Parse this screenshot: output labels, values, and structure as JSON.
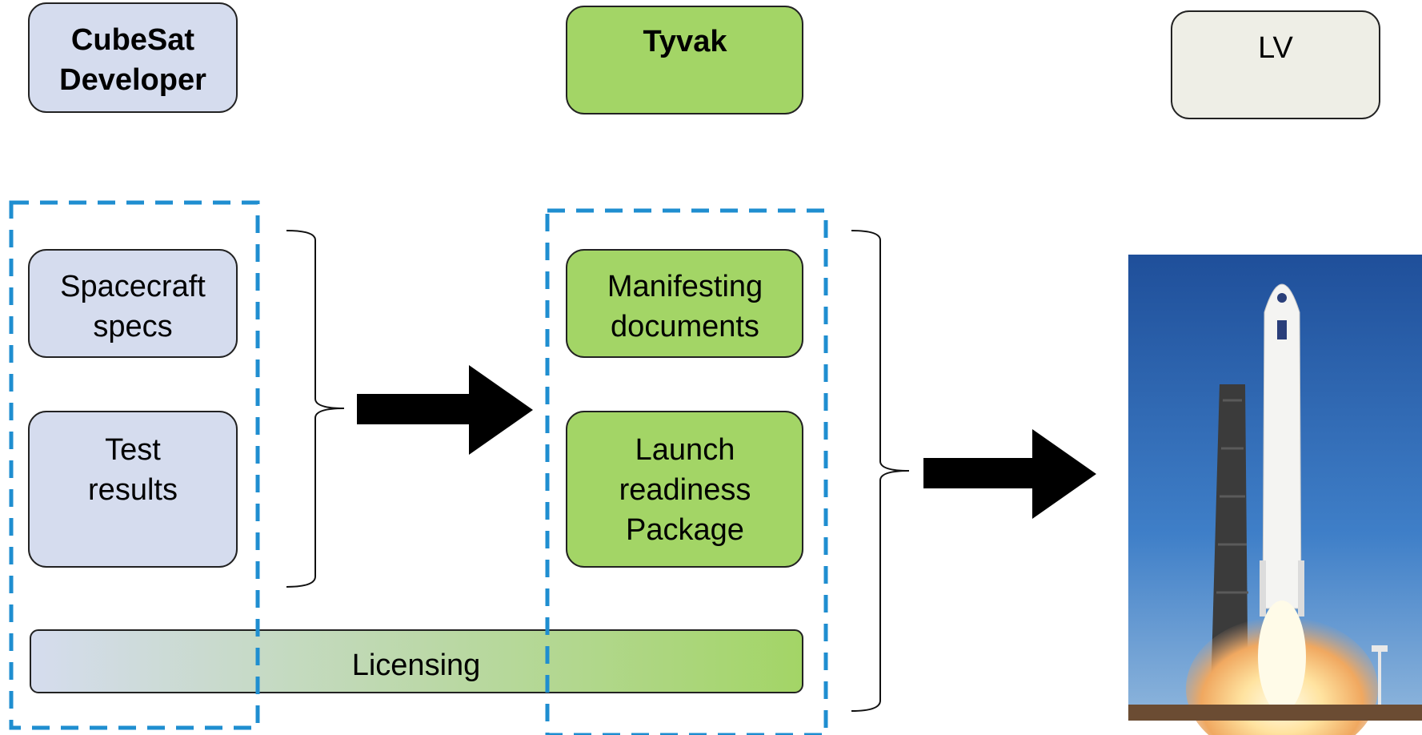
{
  "colors": {
    "developer_fill": "#d5dcee",
    "tyvak_fill": "#a3d566",
    "lv_fill": "#eeeee6",
    "box_stroke": "#222222",
    "dashed_blue": "#1f8ed0",
    "arrow": "#000000",
    "sky": "#2e5fa8",
    "ground": "#6b4c33"
  },
  "headers": {
    "developer": [
      "CubeSat",
      "Developer"
    ],
    "tyvak": [
      "Tyvak"
    ],
    "lv": [
      "LV"
    ]
  },
  "developer_items": [
    {
      "lines": [
        "Spacecraft",
        "specs"
      ]
    },
    {
      "lines": [
        "Test",
        "results"
      ]
    }
  ],
  "tyvak_items": [
    {
      "lines": [
        "Manifesting",
        "documents"
      ]
    },
    {
      "lines": [
        "Launch",
        "readiness",
        "Package"
      ]
    }
  ],
  "licensing": {
    "label": "Licensing"
  },
  "icons": {
    "rocket": "rocket-launch-icon",
    "arrow": "right-arrow-icon",
    "brace": "right-brace-icon"
  }
}
